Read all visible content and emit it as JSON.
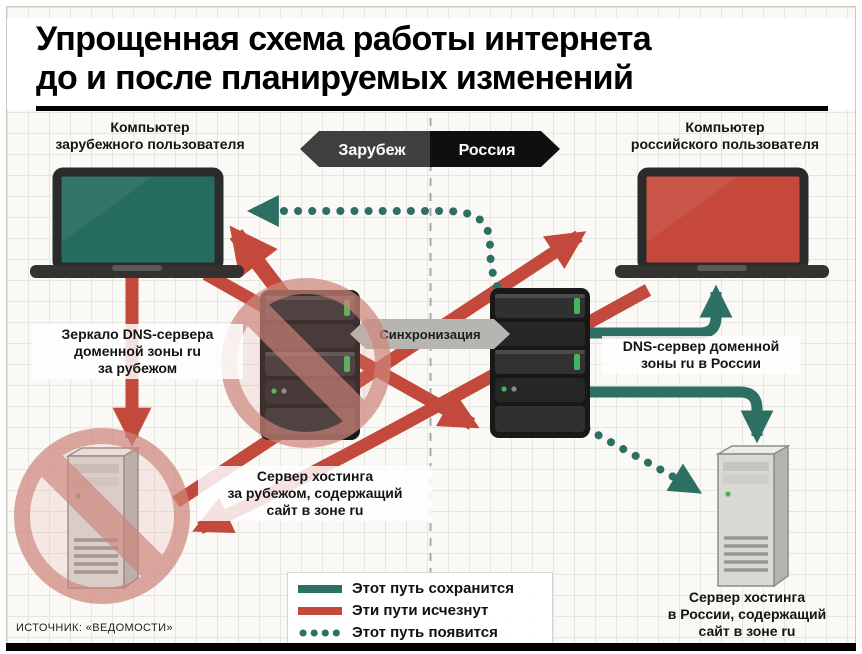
{
  "title": {
    "line1": "Упрощенная схема работы интернета",
    "line2": "до и после планируемых изменений"
  },
  "zone_banner": {
    "foreign": "Зарубеж",
    "russia": "Россия"
  },
  "nodes": {
    "foreign_user": {
      "line1": "Компьютер",
      "line2": "зарубежного пользователя"
    },
    "russian_user": {
      "line1": "Компьютер",
      "line2": "российского пользователя"
    },
    "dns_mirror": {
      "line1": "Зеркало DNS-сервера",
      "line2": "доменной зоны ru",
      "line3": "за рубежом"
    },
    "dns_russia": {
      "line1": "DNS-сервер доменной",
      "line2": "зоны ru в России"
    },
    "hosting_foreign": {
      "line1": "Сервер хостинга",
      "line2": "за рубежом, содержащий",
      "line3": "сайт в зоне ru"
    },
    "hosting_russia": {
      "line1": "Сервер хостинга",
      "line2": "в России, содержащий",
      "line3": "сайт в зоне ru"
    }
  },
  "sync_label": "Синхронизация",
  "legend": {
    "keep": "Этот путь сохранится",
    "disappear": "Эти пути исчезнут",
    "appear": "Этот путь появится"
  },
  "source": "ИСТОЧНИК: «ВЕДОМОСТИ»",
  "colors": {
    "keep": "#2e6f63",
    "disappear": "#c2493c",
    "appear": "#2e6f63",
    "zone_foreign": "#3f3f3f",
    "zone_russia": "#0f0f0f",
    "sync_gray": "#b7b5b1",
    "prohibition": "#cf867b"
  },
  "edges": [
    {
      "from": "dns_mirror",
      "to": "foreign_user",
      "status": "disappear"
    },
    {
      "from": "foreign_user",
      "to": "hosting_foreign",
      "status": "disappear"
    },
    {
      "from": "foreign_user",
      "to": "dns_russia",
      "status": "disappear"
    },
    {
      "from": "hosting_foreign",
      "to": "russian_user",
      "status": "disappear"
    },
    {
      "from": "russian_user",
      "to": "hosting_foreign",
      "status": "disappear"
    },
    {
      "from": "dns_russia",
      "to": "russian_user",
      "status": "keep"
    },
    {
      "from": "dns_russia",
      "to": "hosting_russia",
      "status": "keep"
    },
    {
      "from": "dns_russia",
      "to": "foreign_user",
      "status": "appear"
    },
    {
      "from": "dns_russia",
      "to": "hosting_russia",
      "status": "appear"
    },
    {
      "from": "dns_mirror",
      "to": "dns_russia",
      "status": "sync",
      "bidirectional": true
    }
  ]
}
